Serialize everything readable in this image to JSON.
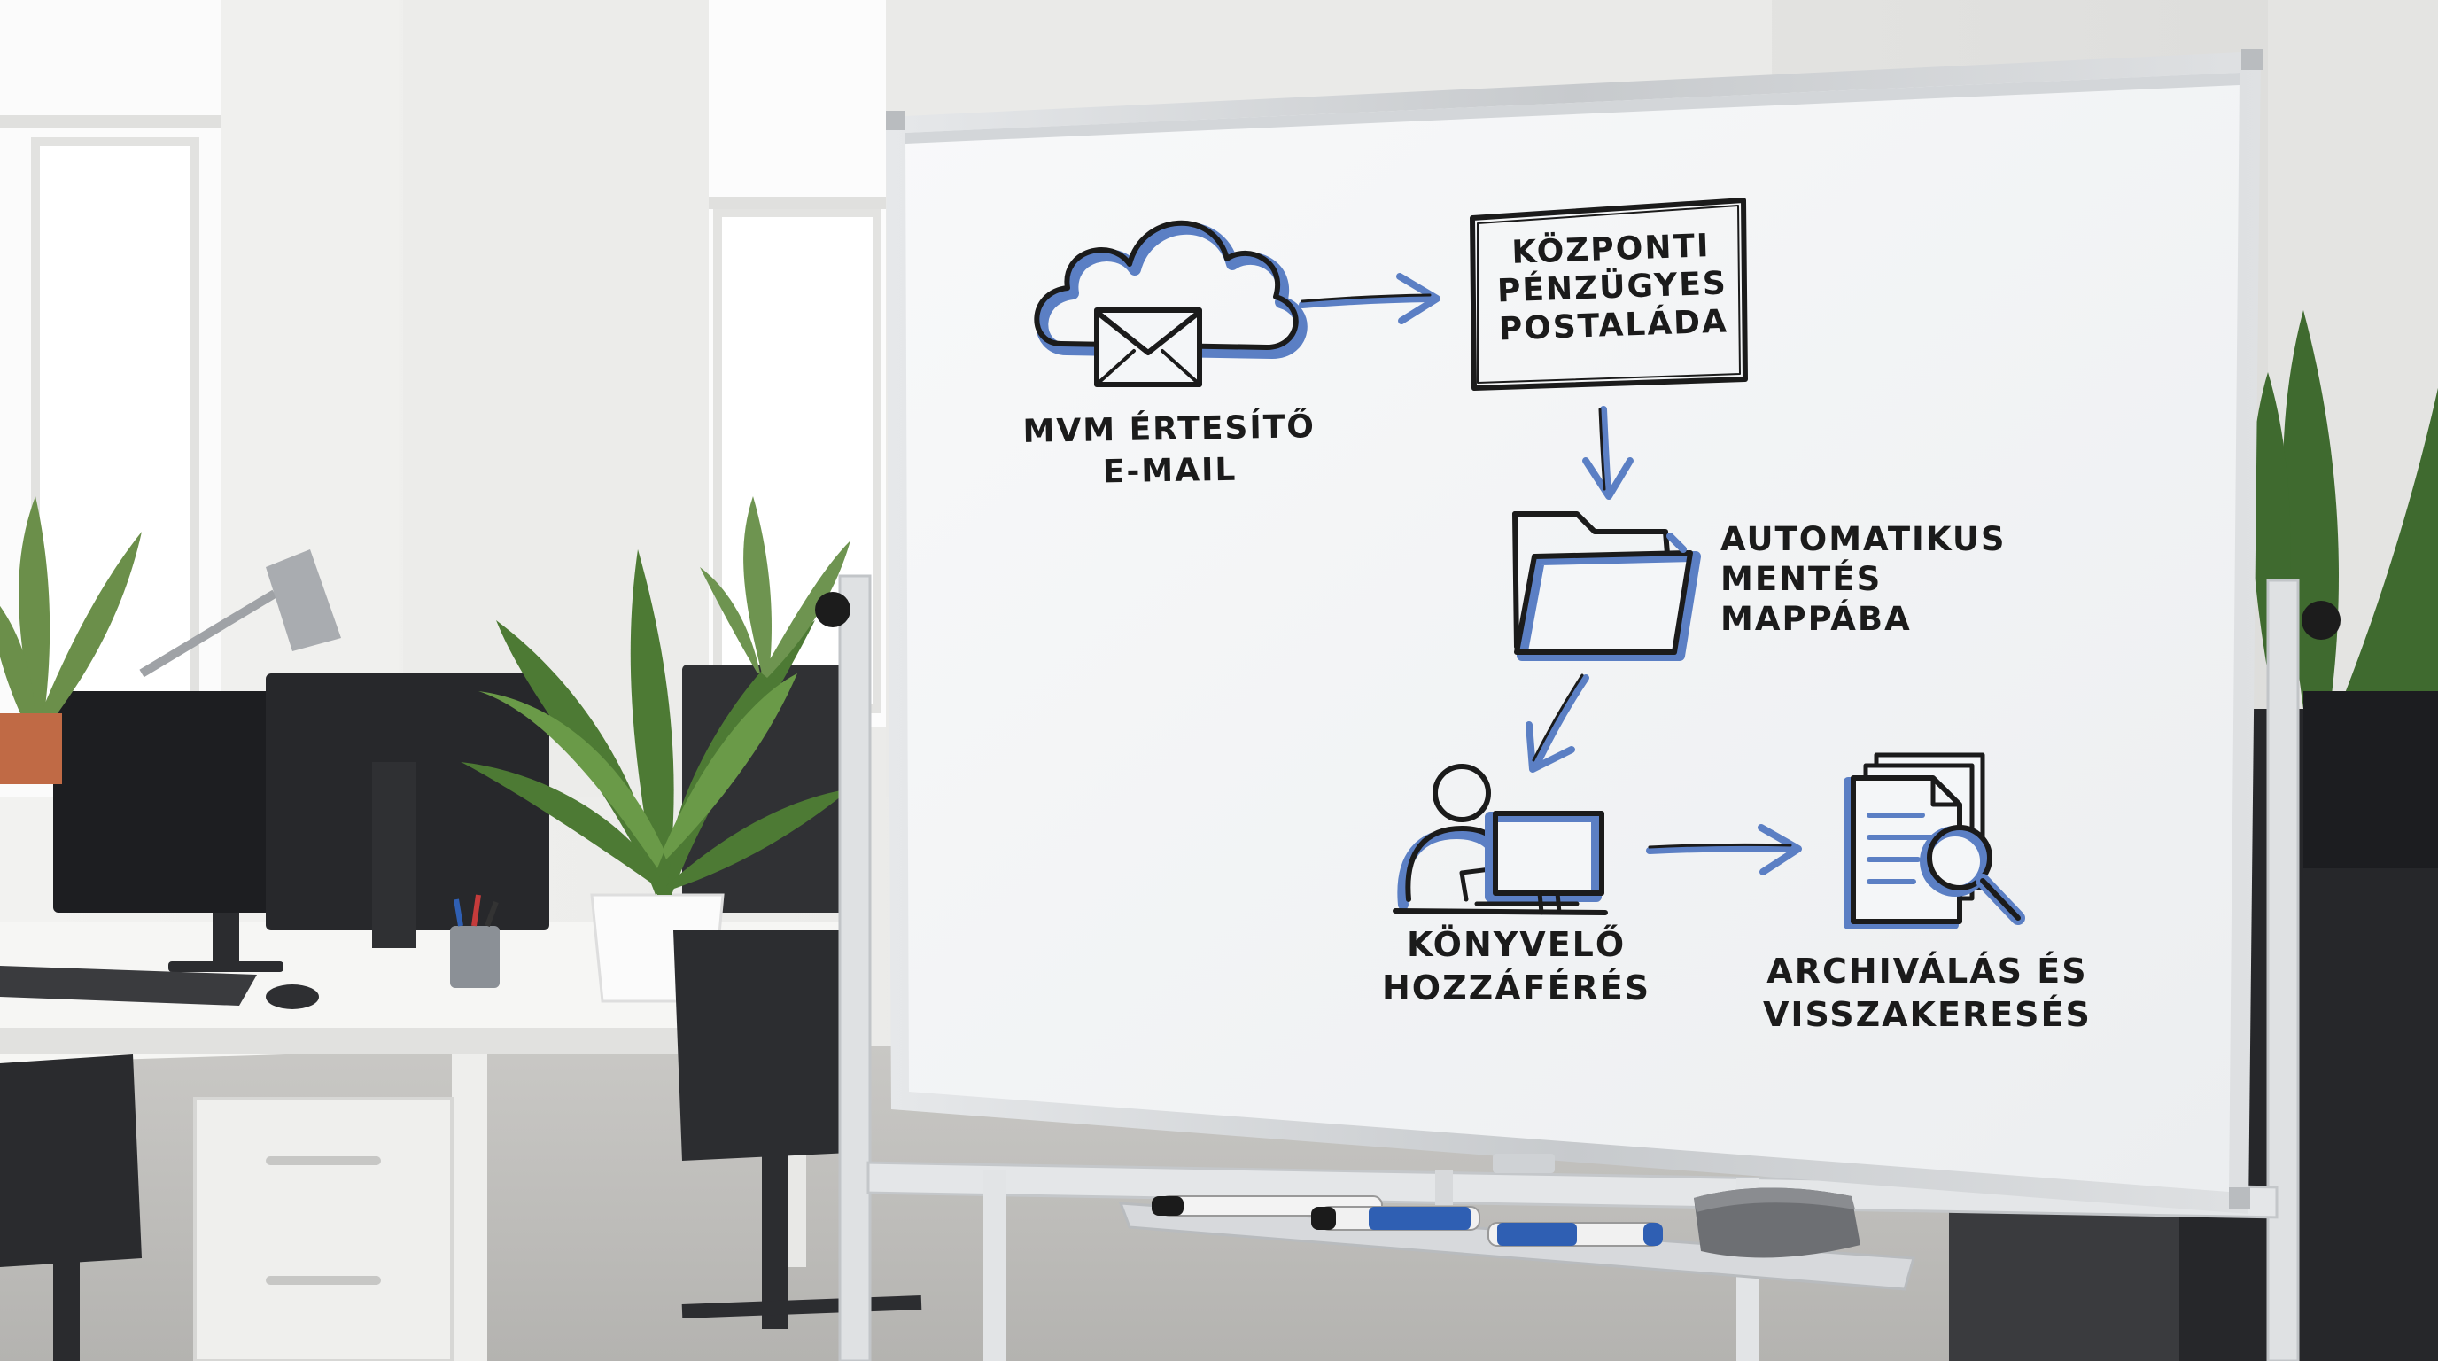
{
  "diagram": {
    "nodes": [
      {
        "id": "email",
        "icon": "cloud-email-icon",
        "label_lines": [
          "MVM ÉRTESÍTŐ",
          "E-MAIL"
        ]
      },
      {
        "id": "mailbox",
        "icon": "box-frame",
        "label_lines": [
          "KÖZPONTI",
          "PÉNZÜGYES",
          "POSTALÁDA"
        ]
      },
      {
        "id": "folder",
        "icon": "folder-icon",
        "label_lines": [
          "AUTOMATIKUS",
          "MENTÉS",
          "MAPPÁBA"
        ]
      },
      {
        "id": "accountant",
        "icon": "person-computer-icon",
        "label_lines": [
          "KÖNYVELŐ",
          "HOZZÁFÉRÉS"
        ]
      },
      {
        "id": "archive",
        "icon": "document-search-icon",
        "label_lines": [
          "ARCHIVÁLÁS ÉS",
          "VISSZAKERESÉS"
        ]
      }
    ],
    "edges": [
      {
        "from": "email",
        "to": "mailbox"
      },
      {
        "from": "mailbox",
        "to": "folder"
      },
      {
        "from": "folder",
        "to": "accountant"
      },
      {
        "from": "accountant",
        "to": "archive"
      }
    ]
  },
  "colors": {
    "ink": "#1b1b1b",
    "accent_blue": "#5b7fc4",
    "board": "#f5f6f7",
    "frame": "#c9cccf",
    "wall": "#ecebe8"
  }
}
